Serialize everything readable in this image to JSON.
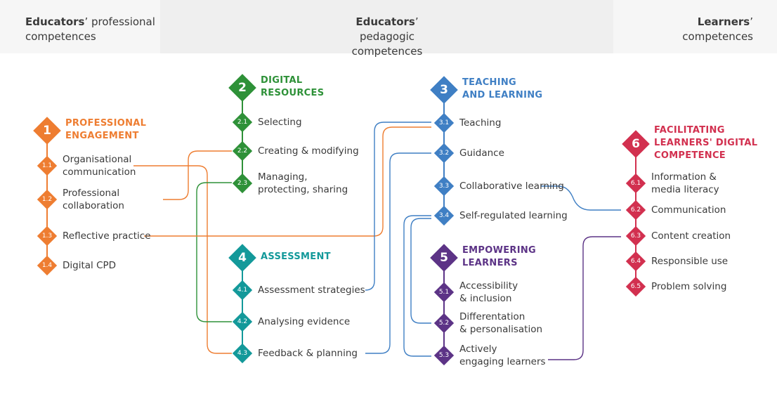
{
  "header": {
    "left": {
      "bold": "Educators",
      "rest1": "’ professional",
      "rest2": "competences"
    },
    "middle": {
      "bold": "Educators",
      "rest1": "’ pedagogic",
      "rest2": "competences"
    },
    "right": {
      "bold": "Learners",
      "rest1": "’",
      "rest2": "competences"
    }
  },
  "colors": {
    "orange": "#ee7d31",
    "green": "#2e9138",
    "teal": "#13999a",
    "blue": "#3f7fc4",
    "purple": "#5c3386",
    "red": "#d2304f"
  },
  "areas": [
    {
      "num": "1",
      "title": "PROFESSIONAL\nENGAGEMENT",
      "color": "orange",
      "items": [
        {
          "num": "1.1",
          "label": "Organisational\ncommunication"
        },
        {
          "num": "1.2",
          "label": "Professional\ncollaboration"
        },
        {
          "num": "1.3",
          "label": "Reflective practice"
        },
        {
          "num": "1.4",
          "label": "Digital CPD"
        }
      ]
    },
    {
      "num": "2",
      "title": "DIGITAL\nRESOURCES",
      "color": "green",
      "items": [
        {
          "num": "2.1",
          "label": "Selecting"
        },
        {
          "num": "2.2",
          "label": "Creating & modifying"
        },
        {
          "num": "2.3",
          "label": "Managing,\nprotecting, sharing"
        }
      ]
    },
    {
      "num": "3",
      "title": "TEACHING\nAND LEARNING",
      "color": "blue",
      "items": [
        {
          "num": "3.1",
          "label": "Teaching"
        },
        {
          "num": "3.2",
          "label": "Guidance"
        },
        {
          "num": "3.3",
          "label": "Collaborative learning"
        },
        {
          "num": "3.4",
          "label": "Self-regulated learning"
        }
      ]
    },
    {
      "num": "4",
      "title": "ASSESSMENT",
      "color": "teal",
      "items": [
        {
          "num": "4.1",
          "label": "Assessment strategies"
        },
        {
          "num": "4.2",
          "label": "Analysing evidence"
        },
        {
          "num": "4.3",
          "label": "Feedback & planning"
        }
      ]
    },
    {
      "num": "5",
      "title": "EMPOWERING\nLEARNERS",
      "color": "purple",
      "items": [
        {
          "num": "5.1",
          "label": "Accessibility\n& inclusion"
        },
        {
          "num": "5.2",
          "label": "Differentation\n& personalisation"
        },
        {
          "num": "5.3",
          "label": "Actively\nengaging learners"
        }
      ]
    },
    {
      "num": "6",
      "title": "FACILITATING\nLEARNERS' DIGITAL\nCOMPETENCE",
      "color": "red",
      "items": [
        {
          "num": "6.1",
          "label": "Information &\nmedia literacy"
        },
        {
          "num": "6.2",
          "label": "Communication"
        },
        {
          "num": "6.3",
          "label": "Content creation"
        },
        {
          "num": "6.4",
          "label": "Responsible use"
        },
        {
          "num": "6.5",
          "label": "Problem solving"
        }
      ]
    }
  ],
  "connections": [
    {
      "from": "1.1",
      "to": "4.3",
      "color": "orange"
    },
    {
      "from": "1.2",
      "to": "2.2",
      "color": "orange"
    },
    {
      "from": "2.3",
      "to": "4.2",
      "color": "green"
    },
    {
      "from": "1.3",
      "to": "3.1",
      "color": "orange"
    },
    {
      "from": "4.1",
      "to": "3.1",
      "color": "blue"
    },
    {
      "from": "4.3",
      "to": "3.2",
      "color": "blue"
    },
    {
      "from": "3.3",
      "to": "6.2",
      "color": "blue"
    },
    {
      "from": "3.4",
      "to": "5.3",
      "color": "blue"
    },
    {
      "from": "3.4",
      "to": "5.2",
      "color": "blue"
    },
    {
      "from": "5.3",
      "to": "6.3",
      "color": "purple"
    }
  ]
}
